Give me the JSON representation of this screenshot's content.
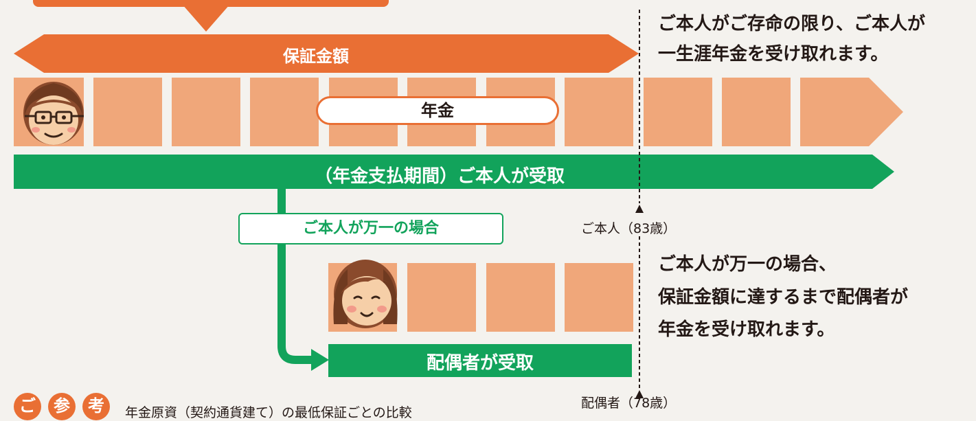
{
  "guarantee_label": "保証金額",
  "pension_label": "年金",
  "payment_period_label": "（年金支払期間）ご本人が受取",
  "branch_label": "ご本人が万一の場合",
  "spouse_receive_label": "配偶者が受取",
  "note_alive": {
    "line1": "ご本人がご存命の限り、ご本人が",
    "line2": "一生涯年金を受け取れます。"
  },
  "note_death": {
    "line1": "ご本人が万一の場合、",
    "line2": "保証金額に達するまで配偶者が",
    "line3": "年金を受け取れます。"
  },
  "marker_self": "ご本人（83歳）",
  "marker_spouse": "配偶者（78歳）",
  "reference": {
    "chars": [
      "ご",
      "参",
      "考"
    ],
    "caption": "年金原資（契約通貨建て）の最低保証ごとの比較"
  },
  "colors": {
    "orange": "#e96f34",
    "peach": "#f0a77a",
    "green": "#12a35b"
  }
}
